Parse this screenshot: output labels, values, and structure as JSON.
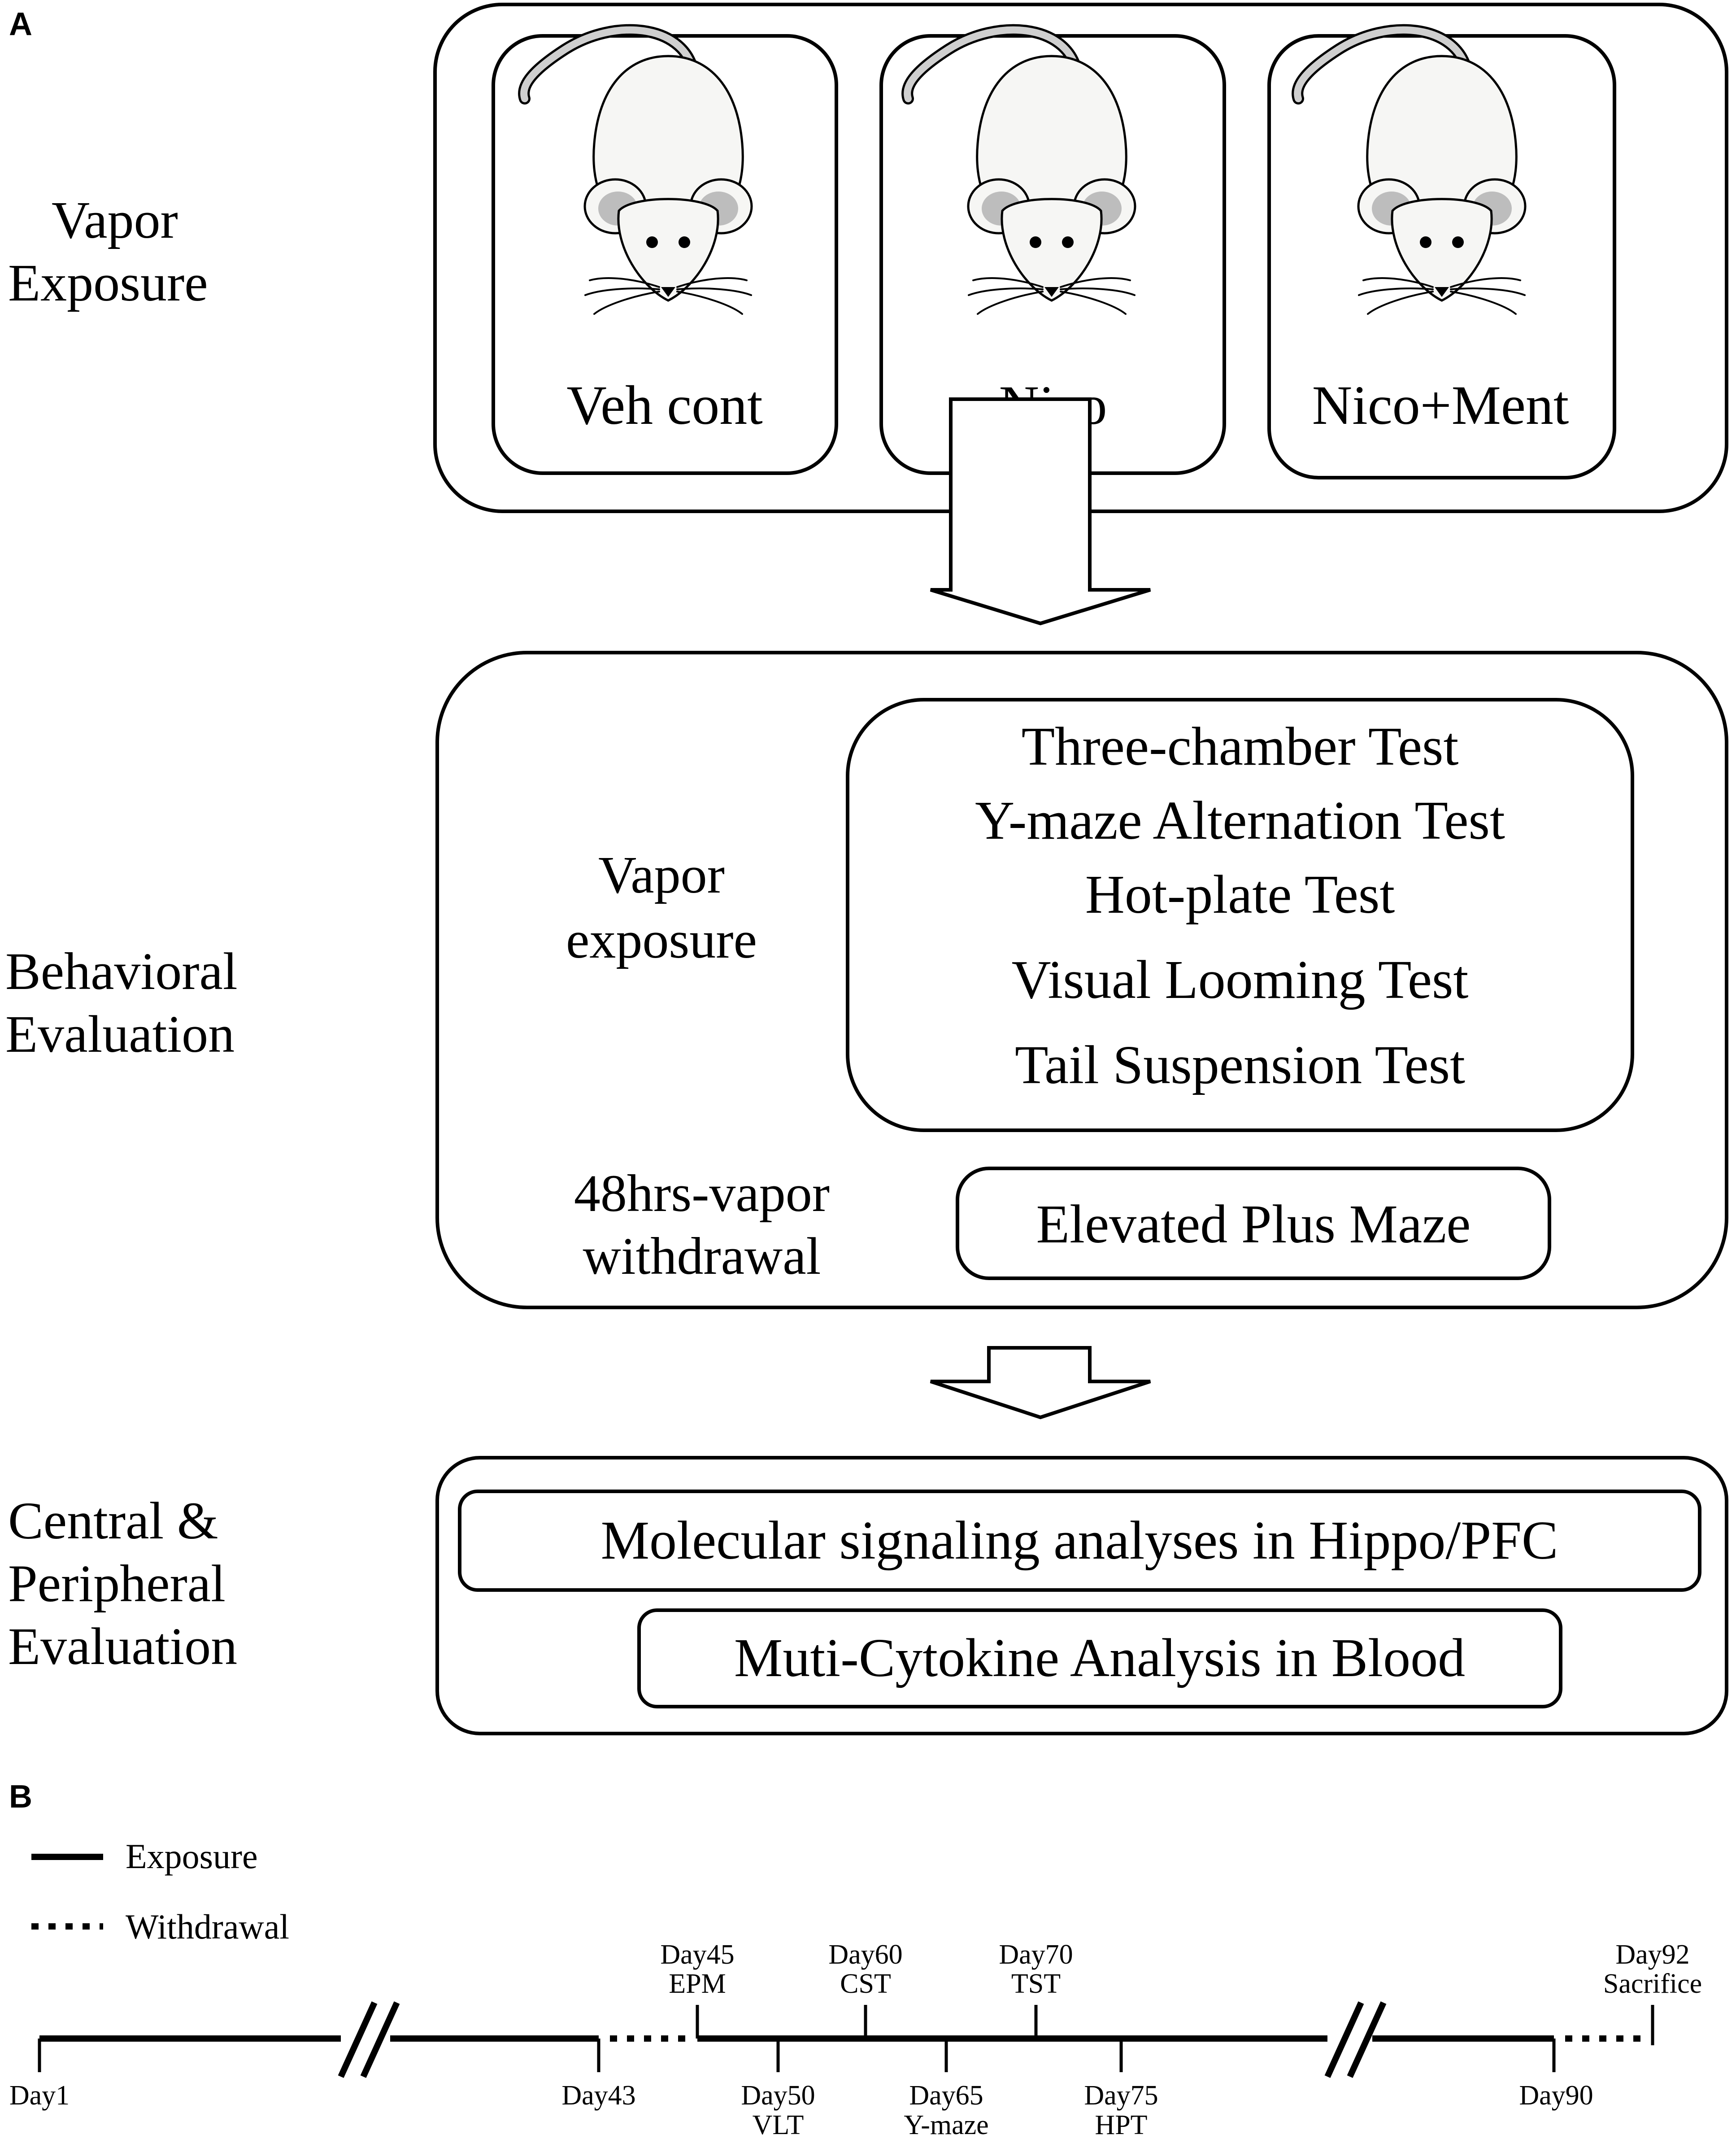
{
  "panel_a": {
    "label": "A",
    "stage1": {
      "title_line1": "Vapor",
      "title_line2": "Exposure",
      "groups": [
        "Veh cont",
        "Nico",
        "Nico+Ment"
      ]
    },
    "stage2": {
      "title_line1": "Behavioral",
      "title_line2": "Evaluation",
      "exposure_line1": "Vapor",
      "exposure_line2": "exposure",
      "tests": [
        "Three-chamber Test",
        "Y-maze Alternation Test",
        "Hot-plate Test",
        "Visual Looming Test",
        "Tail Suspension Test"
      ],
      "withdrawal_line1": "48hrs-vapor",
      "withdrawal_line2": "withdrawal",
      "withdrawal_test": "Elevated Plus Maze"
    },
    "stage3": {
      "title_line1": "Central &",
      "title_line2": "Peripheral",
      "title_line3": "Evaluation",
      "analyses": [
        "Molecular signaling analyses in Hippo/PFC",
        "Muti-Cytokine Analysis in Blood"
      ]
    }
  },
  "panel_b": {
    "label": "B",
    "legend": {
      "exposure": "Exposure",
      "withdrawal": "Withdrawal"
    },
    "timeline": {
      "start": "Day1",
      "day43": "Day43",
      "day90": "Day90",
      "above": [
        {
          "day": "Day45",
          "event": "EPM"
        },
        {
          "day": "Day60",
          "event": "CST"
        },
        {
          "day": "Day70",
          "event": "TST"
        },
        {
          "day": "Day92",
          "event": "Sacrifice"
        }
      ],
      "below": [
        {
          "day": "Day50",
          "event": "VLT"
        },
        {
          "day": "Day65",
          "event": "Y-maze"
        },
        {
          "day": "Day75",
          "event": "HPT"
        }
      ]
    }
  }
}
